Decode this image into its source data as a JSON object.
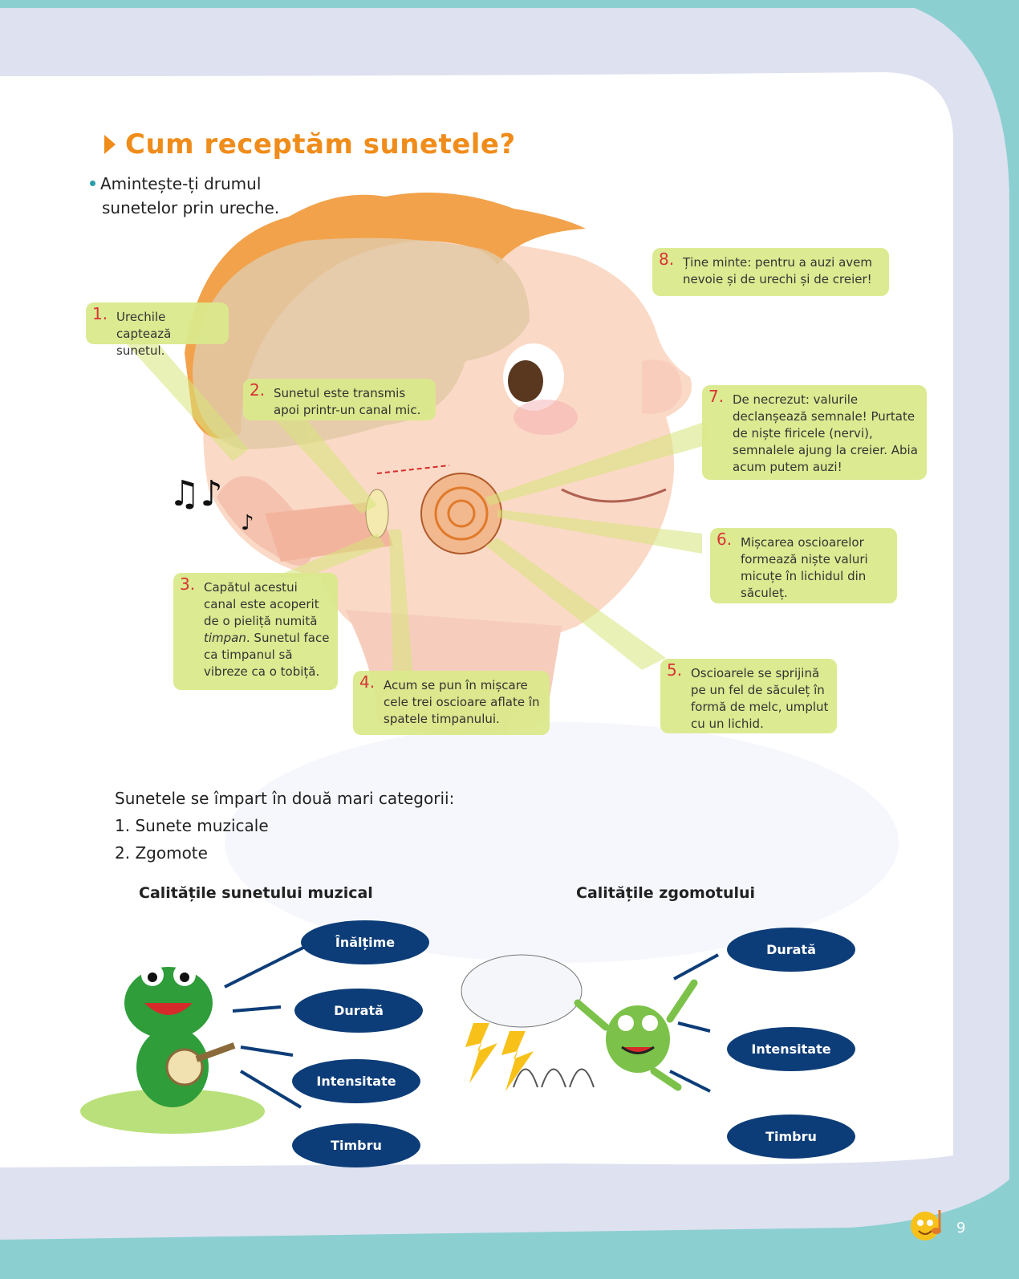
{
  "page": {
    "title": "Cum receptăm sunetele?",
    "intro_line1": "Amintește-ți drumul",
    "intro_line2": "sunetelor prin ureche.",
    "page_number": "9"
  },
  "callouts": [
    {
      "num": "1.",
      "text": "Urechile captează sunetul."
    },
    {
      "num": "2.",
      "text": "Sunetul este transmis apoi printr-un canal mic."
    },
    {
      "num": "3.",
      "text_a": "Capătul acestui canal este acoperit de o pieliță numită ",
      "text_em": "timpan",
      "text_b": ". Sunetul face ca timpanul să vibreze ca o tobiță."
    },
    {
      "num": "4.",
      "text": "Acum se pun în mișcare cele trei oscioare aflate în spatele timpanului."
    },
    {
      "num": "5.",
      "text": "Oscioarele se sprijină pe un fel de săculeț în formă de melc, umplut cu un lichid."
    },
    {
      "num": "6.",
      "text": "Mișcarea oscioarelor formează niște valuri micuțe în lichidul din săculeț."
    },
    {
      "num": "7.",
      "text": "De necrezut: valurile declanșează semnale! Purtate de niște firicele (nervi), semnalele ajung la creier. Abia acum putem auzi!"
    },
    {
      "num": "8.",
      "text": "Ține minte: pentru a auzi avem nevoie și de urechi și de creier!"
    }
  ],
  "categories": {
    "intro": "Sunetele se împart în două mari categorii:",
    "item1_num": "1.",
    "item1": "Sunete muzicale",
    "item2_num": "2.",
    "item2": "Zgomote"
  },
  "musical": {
    "heading": "Calitățile sunetului muzical",
    "qualities": [
      "Înălțime",
      "Durată",
      "Intensitate",
      "Timbru"
    ]
  },
  "noise": {
    "heading": "Calitățile zgomotului",
    "qualities": [
      "Durată",
      "Intensitate",
      "Timbru"
    ]
  },
  "colors": {
    "accent_orange": "#f08c1a",
    "callout_green": "#dbe98c",
    "pill_navy": "#0d3d78",
    "number_red": "#d62b2b",
    "border_teal": "#8ccfd1",
    "border_lavender": "#dde1f0"
  }
}
